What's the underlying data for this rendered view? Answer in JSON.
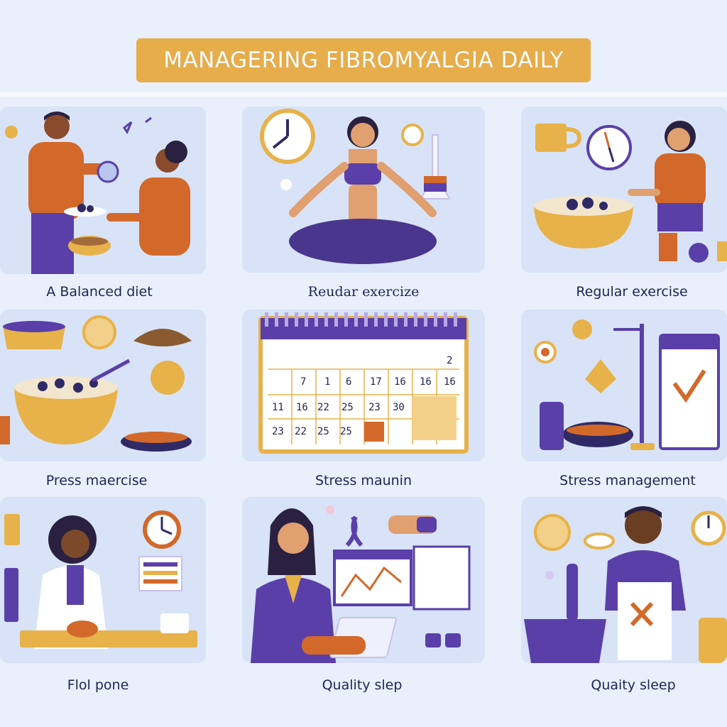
{
  "title": "MANAGERING FIBROMYALGIA DAILY",
  "captions": {
    "r1c1": "A Balanced diet",
    "r1c2": "Reudar exercize",
    "r1c3": "Regular exercise",
    "r2c1": "Press maercise",
    "r2c2": "Stress maunin",
    "r2c3": "Stress management",
    "r3c1": "Flol pone",
    "r3c2": "Quality slep",
    "r3c3": "Quaity sleep"
  },
  "calendar": {
    "row1": [
      "7",
      "1",
      "6",
      "17",
      "16",
      "16",
      "16"
    ],
    "row0": [
      "2"
    ],
    "row2": [
      "11",
      "16",
      "22",
      "25",
      "23",
      "30"
    ],
    "row3": [
      "23",
      "22",
      "25",
      "25"
    ]
  },
  "colors": {
    "background": "#e9f0fb",
    "panel": "#d8e3f7",
    "banner": "#e6ad4a",
    "purple": "#5a3fa8",
    "orange": "#d2692a",
    "gold": "#e7b24a",
    "text": "#1f2454"
  }
}
